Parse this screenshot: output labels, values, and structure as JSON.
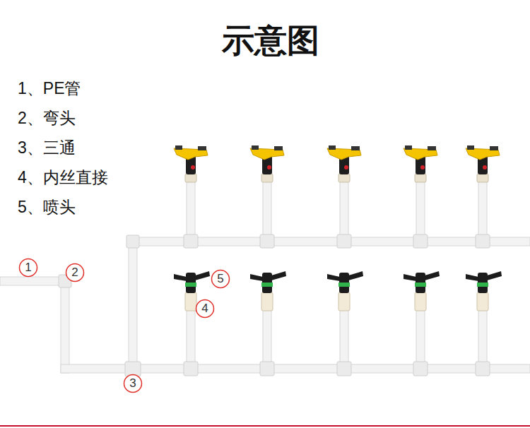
{
  "diagram": {
    "title": "示意图",
    "nodes": [
      {
        "text": [
          "1"
        ]
      },
      {
        "text": [
          "2"
        ]
      },
      {
        "text": [
          "5"
        ]
      },
      {
        "text": [
          "4"
        ]
      },
      {
        "text": [
          "3"
        ]
      }
    ],
    "labels": [
      "1、PE管",
      "2、弯头",
      "3、三通",
      "4、内丝直接",
      "5、喷头"
    ]
  }
}
